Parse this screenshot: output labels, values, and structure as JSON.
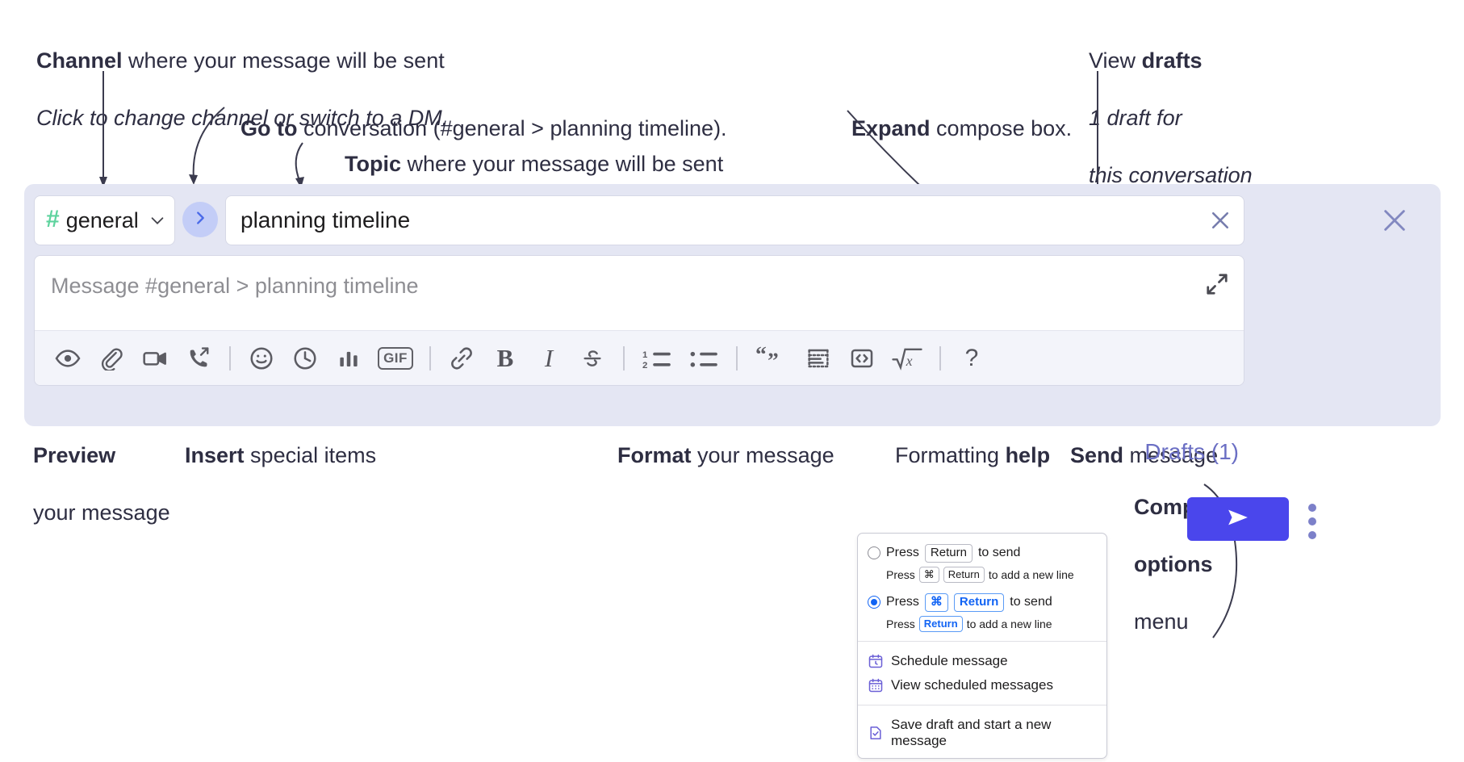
{
  "annotations": {
    "channel": {
      "bold": "Channel",
      "rest": " where your message will be sent",
      "sub": "Click to change channel or switch to a DM."
    },
    "goto": {
      "bold": "Go to",
      "rest": " conversation (#general > planning timeline)."
    },
    "topic": {
      "bold": "Topic",
      "rest": " where your message will be sent"
    },
    "expand": {
      "bold": "Expand",
      "rest": " compose box."
    },
    "drafts": {
      "plain": "View ",
      "bold": "drafts",
      "sub1": "1 draft for",
      "sub2": "this conversation"
    },
    "preview": {
      "bold": "Preview",
      "line2": "your message"
    },
    "insert": {
      "bold": "Insert",
      "rest": " special items"
    },
    "format": {
      "bold": "Format",
      "rest": " your message"
    },
    "help": {
      "plain": "Formatting ",
      "bold": "help"
    },
    "send": {
      "bold": "Send",
      "rest": " message"
    },
    "compose_options": {
      "bold1": "Compose",
      "bold2": "options",
      "rest": "menu"
    }
  },
  "compose": {
    "channel": {
      "hash": "#",
      "name": "general",
      "chevron_icon": "chevron-down-icon"
    },
    "goto_button": {
      "icon": "chevron-right-icon"
    },
    "topic": {
      "value": "planning timeline",
      "clear_icon": "close-icon"
    },
    "message": {
      "placeholder": "Message #general > planning timeline",
      "value": "",
      "expand_icon": "expand-icon"
    },
    "toolbar": [
      {
        "name": "preview-button",
        "icon": "eye-icon"
      },
      {
        "name": "attach-button",
        "icon": "paperclip-icon"
      },
      {
        "name": "video-clip-button",
        "icon": "video-camera-icon"
      },
      {
        "name": "audio-clip-button",
        "icon": "phone-forward-icon"
      },
      {
        "name": "divider-1",
        "icon": "divider"
      },
      {
        "name": "emoji-button",
        "icon": "emoji-icon"
      },
      {
        "name": "reminder-button",
        "icon": "clock-icon"
      },
      {
        "name": "poll-button",
        "icon": "bar-chart-icon"
      },
      {
        "name": "gif-button",
        "icon": "gif-icon",
        "label": "GIF"
      },
      {
        "name": "divider-2",
        "icon": "divider"
      },
      {
        "name": "link-button",
        "icon": "link-icon"
      },
      {
        "name": "bold-button",
        "icon": "bold-icon",
        "label": "B"
      },
      {
        "name": "italic-button",
        "icon": "italic-icon",
        "label": "I"
      },
      {
        "name": "strikethrough-button",
        "icon": "strikethrough-icon",
        "label": "S"
      },
      {
        "name": "divider-3",
        "icon": "divider"
      },
      {
        "name": "ordered-list-button",
        "icon": "ordered-list-icon"
      },
      {
        "name": "bulleted-list-button",
        "icon": "bulleted-list-icon"
      },
      {
        "name": "divider-4",
        "icon": "divider"
      },
      {
        "name": "blockquote-button",
        "icon": "quote-icon"
      },
      {
        "name": "code-block-button",
        "icon": "code-block-icon"
      },
      {
        "name": "inline-code-button",
        "icon": "code-inline-icon"
      },
      {
        "name": "math-button",
        "icon": "square-root-icon"
      },
      {
        "name": "divider-5",
        "icon": "divider"
      },
      {
        "name": "formatting-help-button",
        "icon": "question-mark-icon",
        "label": "?"
      }
    ],
    "drafts_label": "Drafts (1)",
    "send_button": {
      "icon": "paper-plane-icon"
    },
    "more_options": {
      "icon": "kebab-menu-icon"
    },
    "close": {
      "icon": "close-icon"
    }
  },
  "menu": {
    "option1": {
      "selected": false,
      "pre": "Press",
      "key": "Return",
      "post": "to send",
      "hint_pre": "Press",
      "hint_key1": "⌘",
      "hint_key2": "Return",
      "hint_post": "to add a new line"
    },
    "option2": {
      "selected": true,
      "pre": "Press",
      "key1": "⌘",
      "key2": "Return",
      "post": "to send",
      "hint_pre": "Press",
      "hint_key": "Return",
      "hint_post": "to add a new line"
    },
    "items": [
      {
        "label": "Schedule message",
        "icon": "calendar-clock-icon"
      },
      {
        "label": "View scheduled messages",
        "icon": "calendar-grid-icon"
      },
      {
        "label": "Save draft and start a new message",
        "icon": "document-check-icon"
      }
    ]
  },
  "colors": {
    "accent": "#4a46ec",
    "panel": "#e4e6f3",
    "hash_green": "#5ed39e",
    "goto_blue": "#c3cdf7",
    "link_purple": "#6b6fc4",
    "menu_icon_purple": "#6a5fd6",
    "key_blue": "#1264f4"
  }
}
